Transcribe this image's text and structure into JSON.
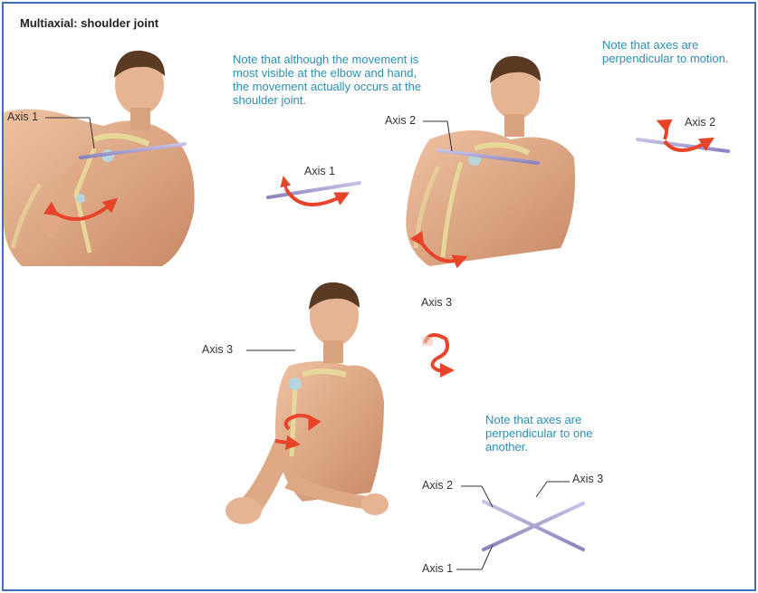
{
  "title": "Multiaxial: shoulder joint",
  "notes": {
    "movement": "Note that although the movement is most visible at the elbow and hand, the movement actually occurs at the shoulder joint.",
    "perpendicular_motion": "Note that axes are perpendicular to motion.",
    "perpendicular_axes": "Note that axes are perpendicular to one another."
  },
  "labels": {
    "axis1": "Axis 1",
    "axis2": "Axis 2",
    "axis3": "Axis 3"
  },
  "colors": {
    "frame": "#3f6fb5",
    "note_text": "#2a8fb3",
    "axis_rod": "#9a94c8",
    "arrow": "#e8442a",
    "skin": "#e6b493",
    "skin_shadow": "#c98a66",
    "hair": "#5a3a22",
    "bone": "#e7d79a"
  }
}
